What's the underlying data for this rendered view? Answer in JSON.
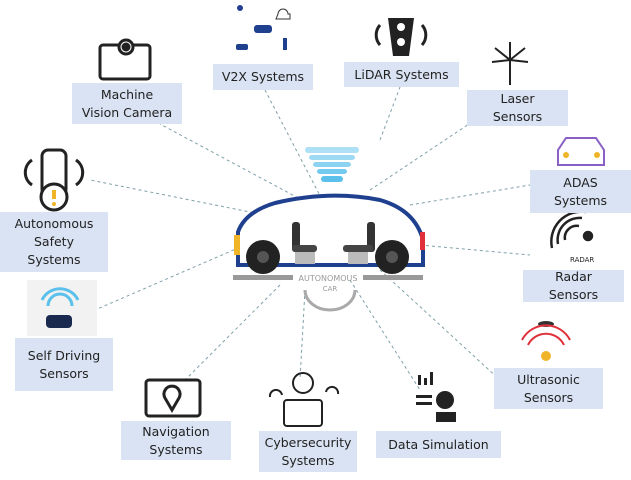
{
  "center": {
    "label_top": "AUTONOMOUS",
    "label_bottom": "CAR"
  },
  "nodes": [
    {
      "id": "machine-vision-camera",
      "label": "Machine\nVision Camera"
    },
    {
      "id": "v2x-systems",
      "label": "V2X Systems"
    },
    {
      "id": "lidar-systems",
      "label": "LiDAR Systems"
    },
    {
      "id": "laser-sensors",
      "label": "Laser\nSensors"
    },
    {
      "id": "adas-systems",
      "label": "ADAS\nSystems"
    },
    {
      "id": "radar-sensors",
      "label": "Radar\nSensors",
      "icon_text": "RADAR"
    },
    {
      "id": "ultrasonic-sensors",
      "label": "Ultrasonic\nSensors"
    },
    {
      "id": "data-simulation",
      "label": "Data Simulation"
    },
    {
      "id": "cybersecurity-systems",
      "label": "Cybersecurity\nSystems"
    },
    {
      "id": "navigation-systems",
      "label": "Navigation\nSystems"
    },
    {
      "id": "self-driving-sensors",
      "label": "Self Driving\nSensors"
    },
    {
      "id": "autonomous-safety-systems",
      "label": "Autonomous\nSafety\nSystems"
    }
  ],
  "colors": {
    "box": "#dae3f3",
    "car_body": "#1f3f8f",
    "signal": "#5bc0eb",
    "accent_yellow": "#f0b429",
    "accent_red": "#e0303a"
  }
}
